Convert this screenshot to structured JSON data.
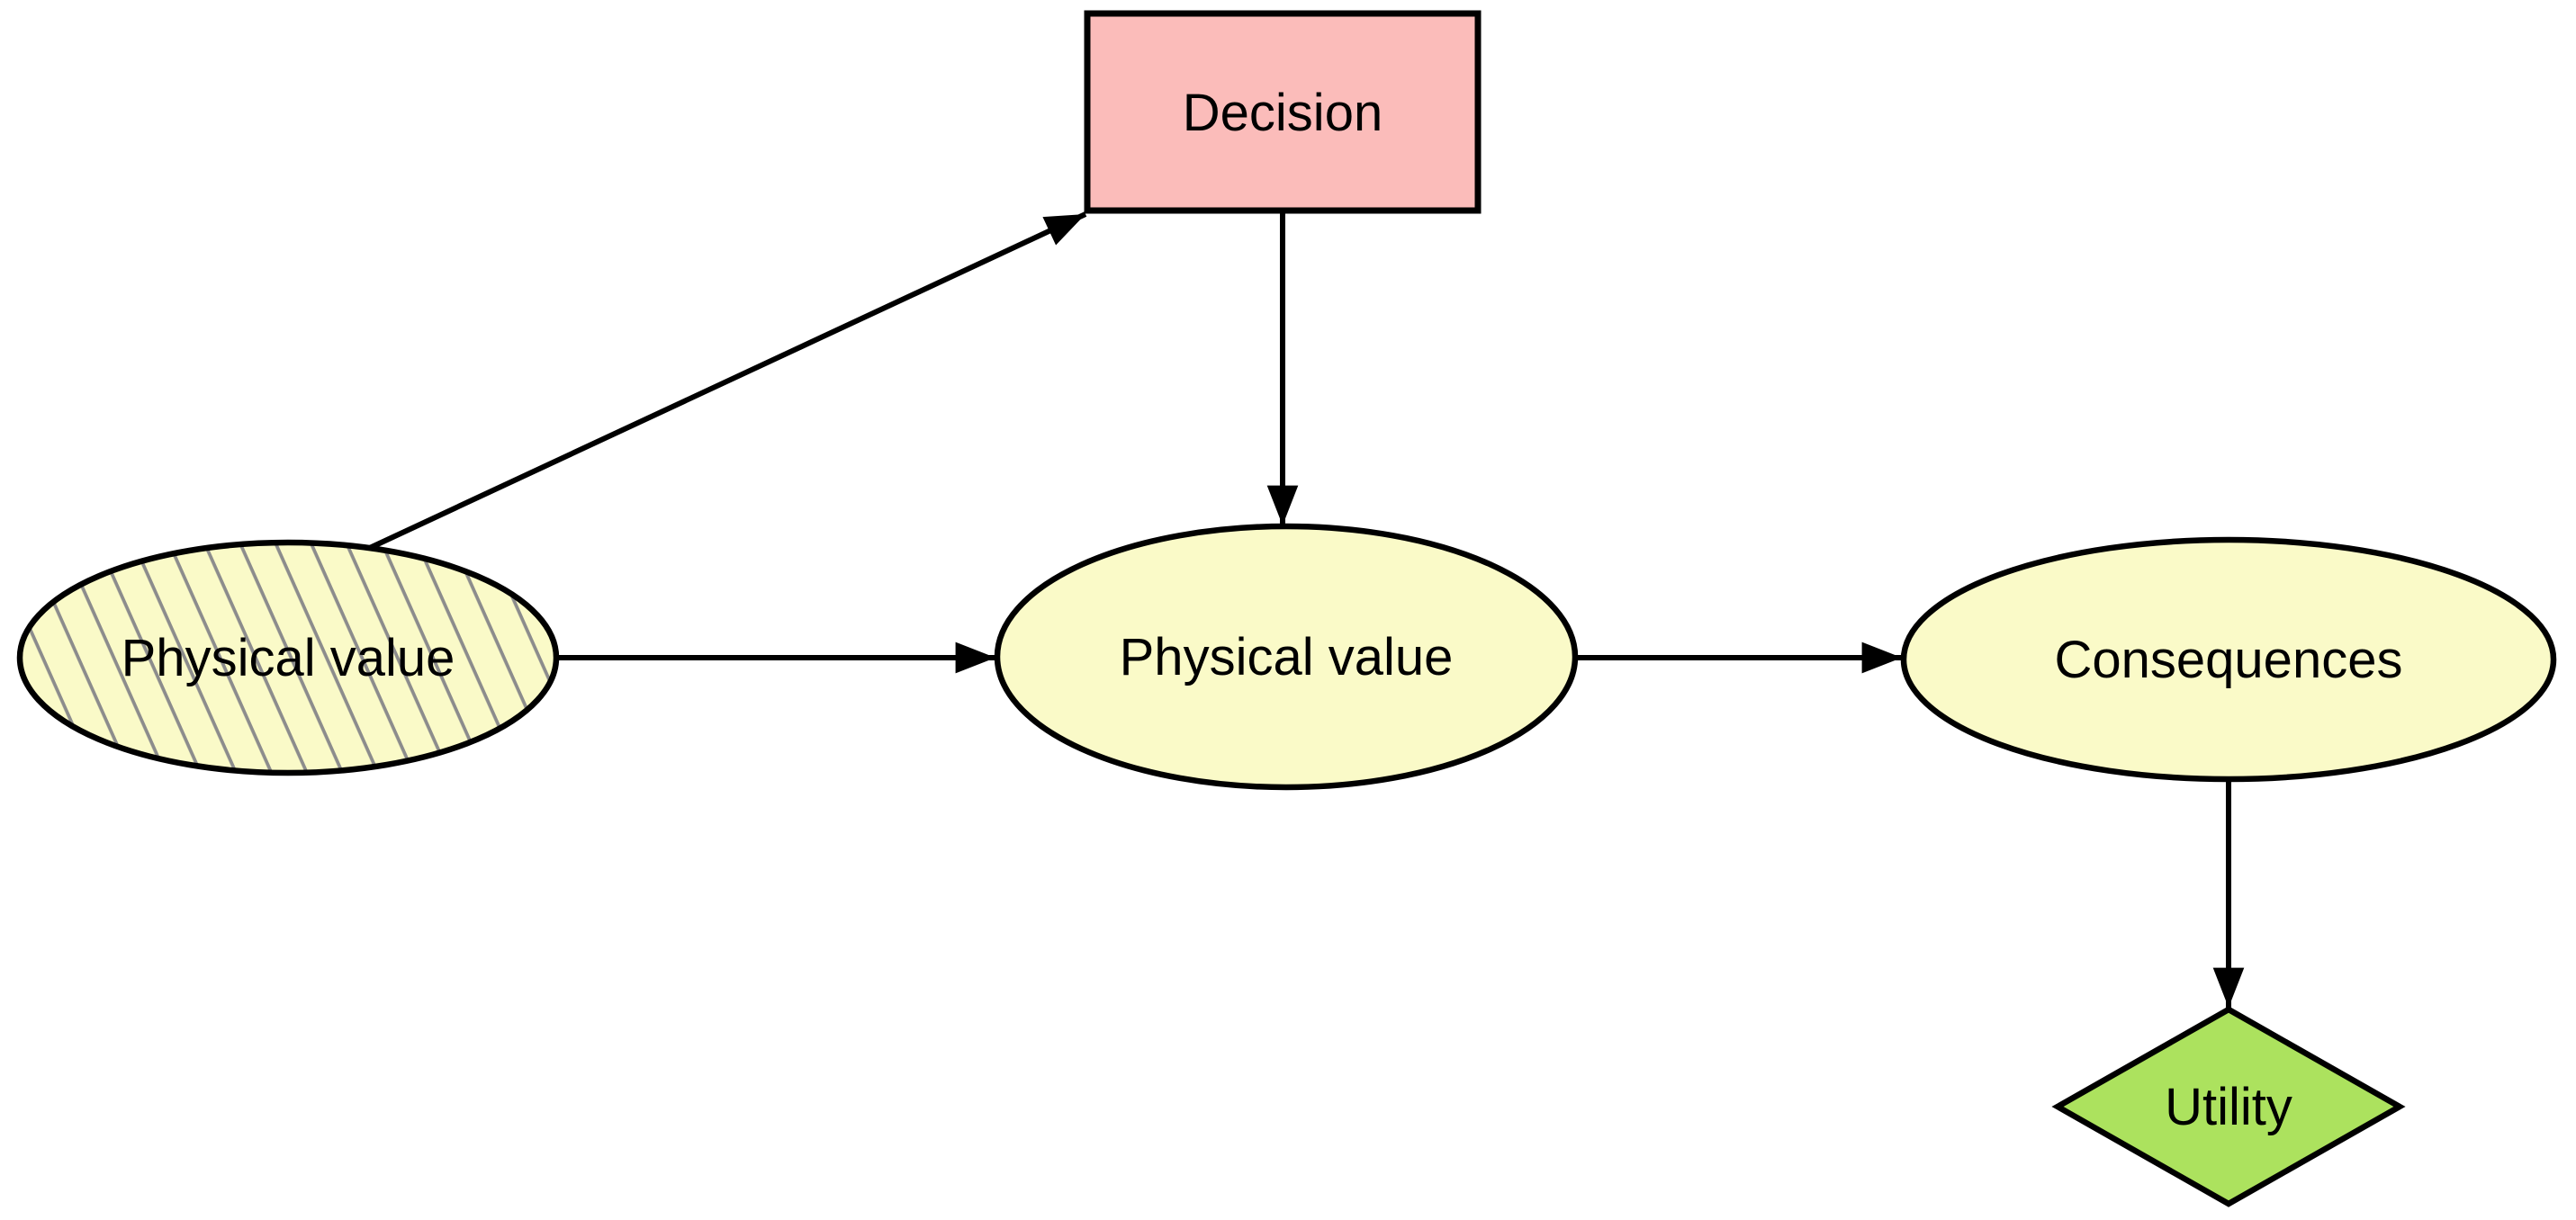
{
  "diagram": {
    "kind": "influence-diagram",
    "background_color": "#ffffff",
    "colors": {
      "decision_fill": "#fbbcba",
      "chance_fill": "#fafac8",
      "utility_fill": "#ace25e",
      "hatch_stroke": "#8c8c8c",
      "edge_stroke": "#000000",
      "node_stroke": "#000000",
      "label_color": "#000000"
    },
    "nodes": [
      {
        "id": "physical-value-hatched",
        "label": "Physical value",
        "shape": "ellipse-hatched",
        "role": "chance (observed)"
      },
      {
        "id": "decision",
        "label": "Decision",
        "shape": "rectangle",
        "role": "decision"
      },
      {
        "id": "physical-value",
        "label": "Physical value",
        "shape": "ellipse",
        "role": "chance"
      },
      {
        "id": "consequences",
        "label": "Consequences",
        "shape": "ellipse",
        "role": "chance"
      },
      {
        "id": "utility",
        "label": "Utility",
        "shape": "diamond",
        "role": "utility"
      }
    ],
    "edges": [
      {
        "from": "physical-value-hatched",
        "to": "decision"
      },
      {
        "from": "physical-value-hatched",
        "to": "physical-value"
      },
      {
        "from": "decision",
        "to": "physical-value"
      },
      {
        "from": "physical-value",
        "to": "consequences"
      },
      {
        "from": "consequences",
        "to": "utility"
      }
    ]
  }
}
